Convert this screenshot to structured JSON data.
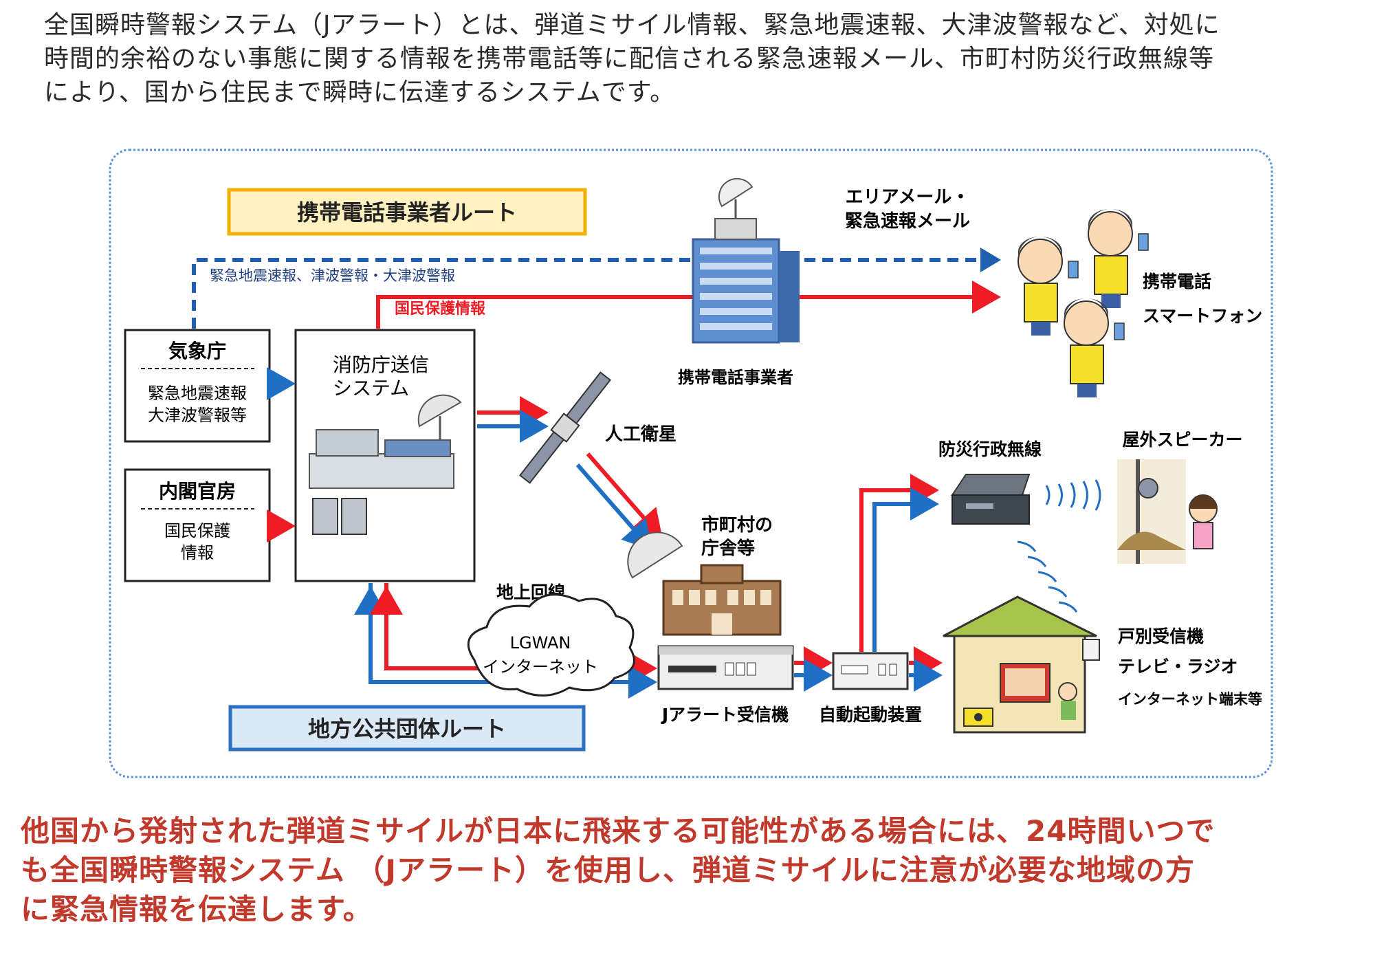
{
  "intro_lines": [
    "全国瞬時警報システム（Jアラート）とは、弾道ミサイル情報、緊急地震速報、大津波警報など、対処に",
    "時間的余裕のない事態に関する情報を携帯電話等に配信される緊急速報メール、市町村防災行政無線等",
    "により、国から住民まで瞬時に伝達するシステムです。"
  ],
  "diagram": {
    "mobile_route_label": "携帯電話事業者ルート",
    "local_route_label": "地方公共団体ルート",
    "jma": {
      "title": "気象庁",
      "line1": "緊急地震速報",
      "line2": "大津波警報等"
    },
    "cabinet": {
      "title": "内閣官房",
      "line1": "国民保護",
      "line2": "情報"
    },
    "fdma": {
      "line1": "消防庁送信",
      "line2": "システム"
    },
    "quake_route_text": "緊急地震速報、津波警報・大津波警報",
    "civil_protection_text": "国民保護情報",
    "carrier_label": "携帯電話事業者",
    "area_mail_line1": "エリアメール・",
    "area_mail_line2": "緊急速報メール",
    "phone_label": "携帯電話",
    "smartphone_label": "スマートフォン",
    "satellite_label": "人工衛星",
    "municipal_line1": "市町村の",
    "municipal_line2": "庁舎等",
    "ground_line_label": "地上回線",
    "lgwan_line1": "LGWAN",
    "lgwan_line2": "インターネット",
    "receiver_label": "Jアラート受信機",
    "auto_start_label": "自動起動装置",
    "radio_label": "防災行政無線",
    "speaker_label": "屋外スピーカー",
    "home_receiver_label": "戸別受信機",
    "tv_radio_label": "テレビ・ラジオ",
    "internet_terminal_label": "インターネット端末等"
  },
  "warning_lines": [
    "他国から発射された弾道ミサイルが日本に飛来する可能性がある場合には、24時間いつで",
    "も全国瞬時警報システム （Jアラート）を使用し、弾道ミサイルに注意が必要な地域の方",
    "に緊急情報を伝達します。"
  ],
  "colors": {
    "red_route": "#ee1c25",
    "blue_route": "#1f6fc5",
    "dashed_route": "#1f5fb0",
    "warning_text": "#c0392b"
  },
  "icons": [
    "antenna-icon",
    "satellite-icon",
    "building-icon",
    "person-phone-icon",
    "speaker-icon",
    "house-icon",
    "tv-icon",
    "radio-icon"
  ]
}
